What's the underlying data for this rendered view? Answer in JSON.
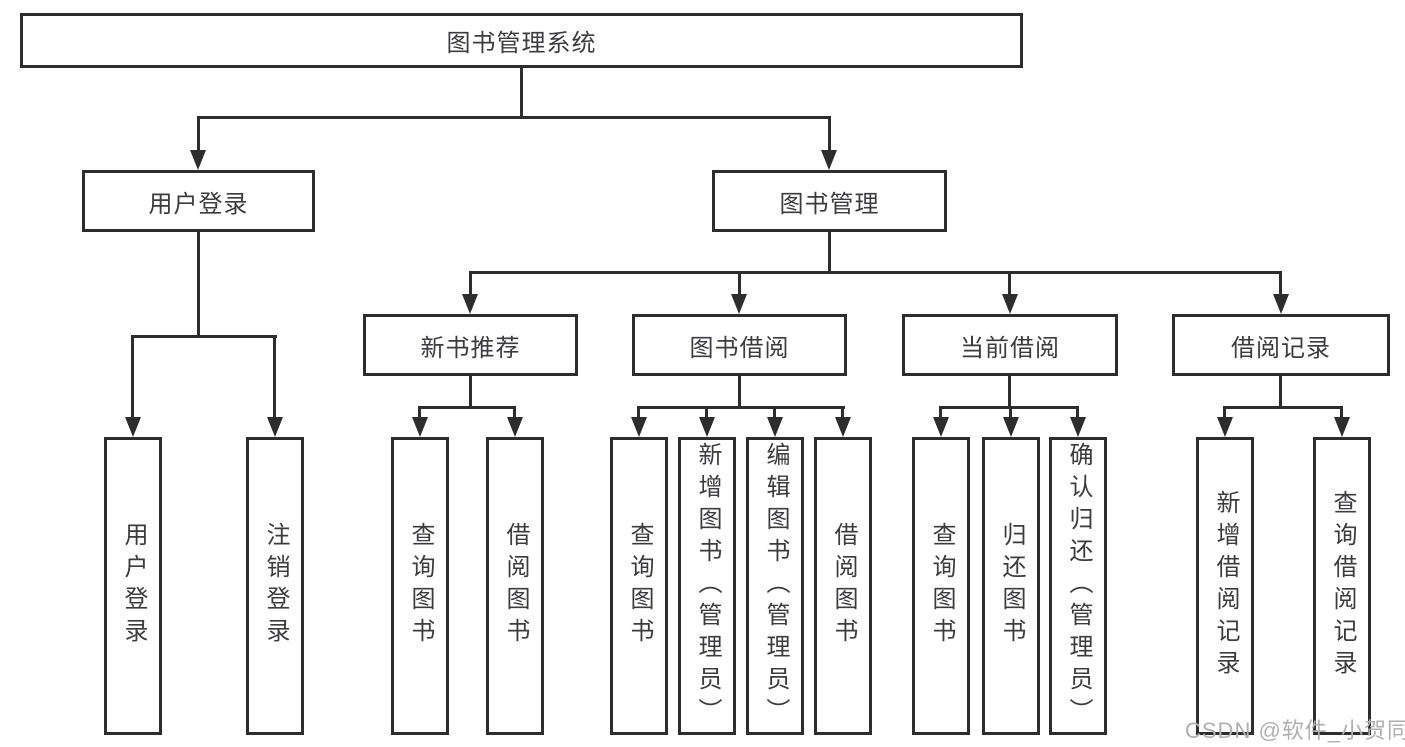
{
  "diagram": {
    "title": "图书管理系统",
    "nodes": {
      "root": "图书管理系统",
      "level1": [
        "用户登录",
        "图书管理"
      ],
      "level2": [
        "新书推荐",
        "图书借阅",
        "当前借阅",
        "借阅记录"
      ],
      "leaves_user_login": [
        "用户登录",
        "注销登录"
      ],
      "leaves_new_book": [
        "查询图书",
        "借阅图书"
      ],
      "leaves_book_borrow": [
        "查询图书",
        "新增图书（管理员）",
        "编辑图书（管理员）",
        "借阅图书"
      ],
      "leaves_current_borrow": [
        "查询图书",
        "归还图书",
        "确认归还（管理员）"
      ],
      "leaves_borrow_record": [
        "新增借阅记录",
        "查询借阅记录"
      ]
    },
    "colors": {
      "line": "#2d2d2d",
      "text": "#3c3c40",
      "background": "#ffffff",
      "watermark": "#b0b0b0"
    }
  },
  "watermark": {
    "text": "CSDN @软件_小贺同学"
  }
}
